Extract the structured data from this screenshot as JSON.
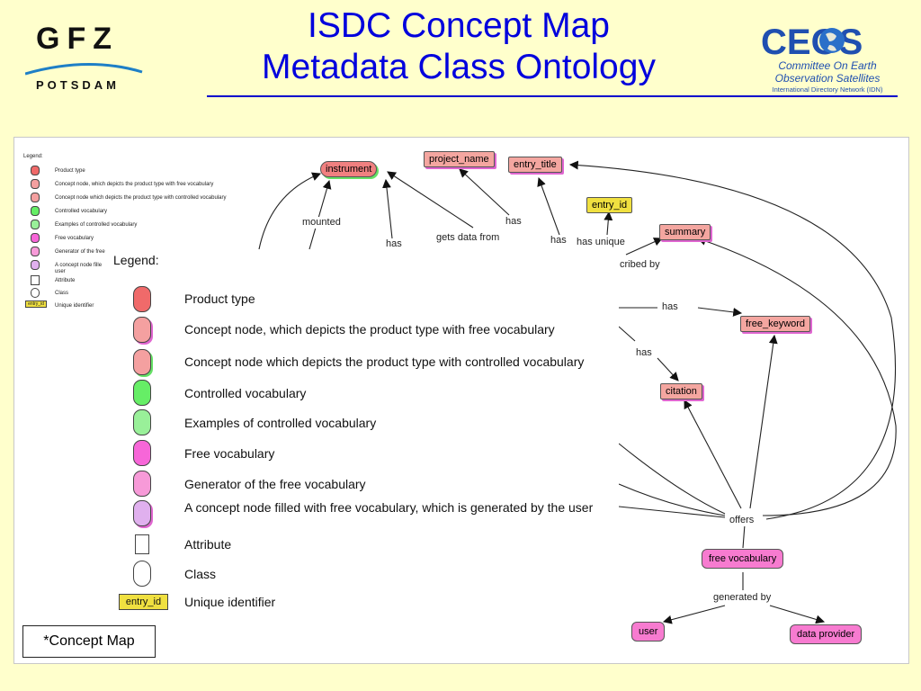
{
  "header": {
    "title_line1": "ISDC Concept Map",
    "title_line2": "Metadata Class Ontology"
  },
  "logos": {
    "gfz": {
      "main": "GFZ",
      "sub": "POTSDAM"
    },
    "ceos": {
      "main": "CEOS",
      "line1": "Committee On Earth",
      "line2": "Observation Satellites",
      "line3": "International Directory Network (IDN)"
    }
  },
  "nodes": {
    "instrument": "instrument",
    "project_name": "project_name",
    "entry_title": "entry_title",
    "entry_id": "entry_id",
    "summary": "summary",
    "free_keyword": "free_keyword",
    "citation": "citation",
    "free_vocabulary": "free vocabulary",
    "user": "user",
    "data_provider": "data provider"
  },
  "edge_labels": {
    "mounted": "mounted",
    "has_instrument": "has",
    "gets_data_from": "gets data from",
    "has_project": "has",
    "has_title": "has",
    "has_unique": "has unique",
    "described_by": "cribed by",
    "has_keyword": "has",
    "has_citation": "has",
    "offers": "offers",
    "generated_by": "generated by"
  },
  "small_legend": {
    "title": "Legend:",
    "items": [
      "Product type",
      "Concept node, which depicts the product type with free vocabulary",
      "Concept node which depicts the product type with controlled vocabulary",
      "Controlled vocabulary",
      "Examples of controlled vocabulary",
      "Free vocabulary",
      "Generator of the free",
      "A concept node fille",
      "user",
      "Attribute",
      "Class",
      "Unique identifier"
    ],
    "uid_sample": "entry_id"
  },
  "legend": {
    "title": "Legend:",
    "items": [
      {
        "label": "Product type",
        "swatch": "#f06a6a"
      },
      {
        "label": "Concept node, which depicts the product type with free vocabulary",
        "swatch": "#f4a0a0"
      },
      {
        "label": "Concept node which depicts the product type with controlled vocabulary",
        "swatch": "#f4a0a0"
      },
      {
        "label": "Controlled vocabulary",
        "swatch": "#66ee66"
      },
      {
        "label": "Examples of controlled vocabulary",
        "swatch": "#99f099"
      },
      {
        "label": "Free vocabulary",
        "swatch": "#f766d8"
      },
      {
        "label": "Generator of the free vocabulary",
        "swatch": "#f79ad8"
      },
      {
        "label": "A concept node filled with free vocabulary, which is generated by the user",
        "swatch": "#e0b0ee"
      },
      {
        "label": "Attribute",
        "swatch": "#ffffff"
      },
      {
        "label": "Class",
        "swatch": "#ffffff"
      },
      {
        "label": "Unique identifier",
        "swatch": "#f0e040"
      }
    ],
    "uid_sample": "entry_id"
  },
  "caption": "*Concept Map",
  "colors": {
    "title_blue": "#0000dd",
    "background": "#ffffcc",
    "product_type": "#f08080",
    "free_vocab": "#f77bd0",
    "unique_id": "#f0e040"
  }
}
